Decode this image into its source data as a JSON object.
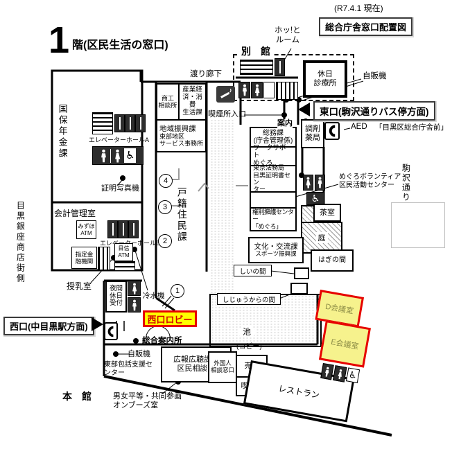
{
  "header": {
    "floor_big": "1",
    "floor_text": "階(区民生活の窓口)",
    "as_of": "(R7.4.1 現在)",
    "doc_title": "総合庁舎窓口配置図"
  },
  "buildings": {
    "annex": "別　館",
    "main": "本　館"
  },
  "streets": {
    "meguro_ginza": "目黒銀座商店街側",
    "komazawa": "駒沢通り"
  },
  "exits": {
    "east": "東口(駒沢通りバス停方面)",
    "west": "西口(中目黒駅方面)",
    "west_lobby": "西口ロビー"
  },
  "labels": {
    "watari": "渡り廊下",
    "hot_room": "ホッ!と\nルーム",
    "jihanki_top": "自販機",
    "jihanki_bottom": "自販機",
    "kitsuen": "喫煙所入口",
    "annai": "案内",
    "aed": "AED",
    "bus_stop": "バス停\n「目黒区総合庁舎前」",
    "volunteer": "めぐろボランティア・\n区民活動センター",
    "shomei": "証明写真機",
    "reisui": "冷水機",
    "junyu": "授乳室",
    "sogo_annai": "総合案内所",
    "copy": "(コピー)"
  },
  "rooms": {
    "kokuho": "国保年金課",
    "kaikei": "会計管理室",
    "mizuho_atm": "みずほ\nATM",
    "elev_hall_a": "エレベーターホールA",
    "elev_hall_b": "エレベーターホールB",
    "shitei_kinyu": "指定金\n融機関",
    "mokushin_atm": "目信\nATM",
    "yakan": "夜間\n休日\n受付",
    "shoko": "商工\n相談所",
    "sangyo": "産業経\n済・消費\n生活課",
    "chiiki": "地域振興課",
    "tobu_jimusho": "東部地区\nサービス事務所",
    "koseki": "戸籍住民課",
    "kyujitsu_shinryo": "休日\n診療所",
    "somu": "総務課\n(庁舎管理係)",
    "work_support": "ワークサポート\nめぐろ",
    "homukyoku": "東京法務局\n目黒証明書セン\nター",
    "kenri": "権利擁護センター\n「めぐろ」",
    "bunka": "文化・交流課",
    "sports": "スポーツ振興課",
    "chozai": "調剤\n薬局",
    "chashitsu": "茶室",
    "niwa": "庭",
    "hagi": "はぎの間",
    "shii": "しいの間",
    "shijukara": "しじゅうからの間",
    "ike": "池",
    "d_meeting": "D会議室",
    "e_meeting": "E会議室",
    "restaurant": "レストラン",
    "baiten": "売店",
    "kissa": "喫茶室",
    "gaikokujin": "外国人\n相談窓口",
    "koho": "広報広聴課／\n区民相談室",
    "danjo": "男女平等・共同参画\nオンブーズ室",
    "tobu_hokatsu": "東部包括支援セ\nンター"
  },
  "circled": {
    "n1": "1",
    "n2": "2",
    "n3": "3",
    "n4": "4"
  },
  "colors": {
    "highlight_yellow": "#ffff00",
    "highlight_red": "#e60000",
    "meeting_fill": "#f6f28d",
    "meeting_text": "#8a8a45"
  }
}
